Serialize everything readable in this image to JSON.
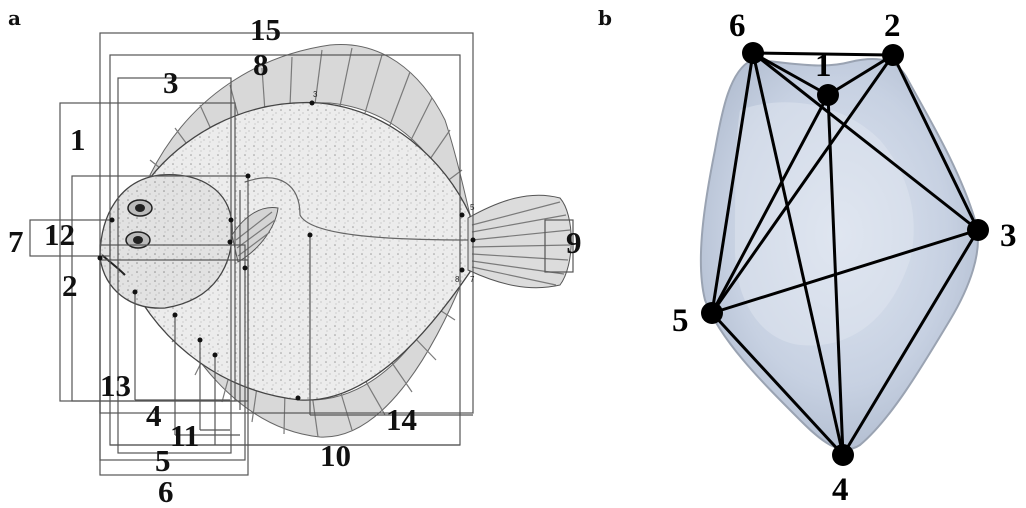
{
  "panels": {
    "a": {
      "letter": "a"
    },
    "b": {
      "letter": "b"
    }
  },
  "morphometric_labels": {
    "m1": "1",
    "m2": "2",
    "m3": "3",
    "m4": "4",
    "m5": "5",
    "m6": "6",
    "m7": "7",
    "m8": "8",
    "m9": "9",
    "m10": "10",
    "m11": "11",
    "m12": "12",
    "m13": "13",
    "m14": "14",
    "m15": "15"
  },
  "fish_point_labels": {
    "p3": "3",
    "p5": "5",
    "p7": "7",
    "p8": "8"
  },
  "landmarks": {
    "l1": "1",
    "l2": "2",
    "l3": "3",
    "l4": "4",
    "l5": "5",
    "l6": "6"
  },
  "colors": {
    "line": "#000000",
    "box": "#555555",
    "otolith": "#c9d3e2",
    "fish_body": "#e9e9e9"
  },
  "icons": {
    "fish": "turbot-fish-illustration",
    "otolith": "otolith-photo"
  }
}
